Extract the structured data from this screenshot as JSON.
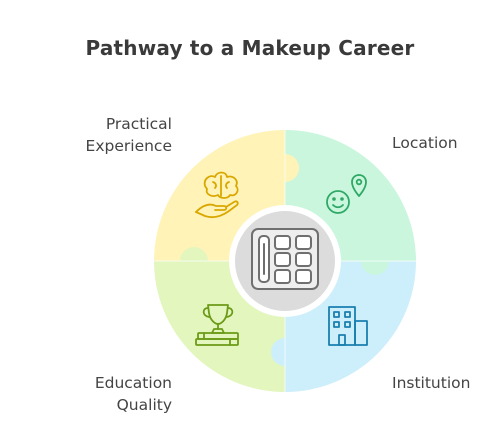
{
  "title": "Pathway to a Makeup Career",
  "colors": {
    "practical": "#fff3b8",
    "location": "#c9f6dd",
    "education": "#e2f6be",
    "institution": "#cdeefb",
    "center_fill": "#dcdcdc",
    "icon_practical": "#d9a800",
    "icon_location": "#2fa866",
    "icon_education": "#6c9b18",
    "icon_institution": "#1a7fae"
  },
  "segments": {
    "practical": {
      "line1": "Practical",
      "line2": "Experience",
      "icon": "brain-in-hand-icon"
    },
    "location": {
      "line1": "Location",
      "icon": "smiley-pin-icon"
    },
    "education": {
      "line1": "Education",
      "line2": "Quality",
      "icon": "trophy-books-icon"
    },
    "institution": {
      "line1": "Institution",
      "icon": "building-icon"
    }
  },
  "center": {
    "icon": "makeup-palette-icon"
  }
}
